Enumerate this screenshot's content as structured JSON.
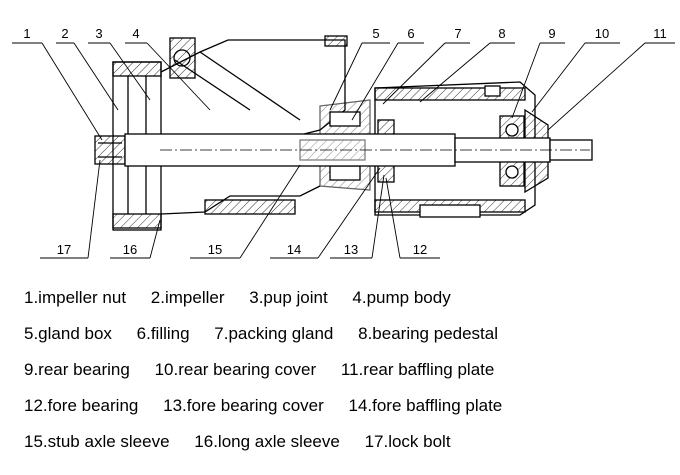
{
  "callouts": [
    "1",
    "2",
    "3",
    "4",
    "5",
    "6",
    "7",
    "8",
    "9",
    "10",
    "11",
    "17",
    "16",
    "15",
    "14",
    "13",
    "12"
  ],
  "legend": {
    "rows": [
      [
        "1.impeller nut",
        "2.impeller",
        "3.pup joint",
        "4.pump body"
      ],
      [
        "5.gland box",
        "6.filling",
        "7.packing gland",
        "8.bearing pedestal"
      ],
      [
        "9.rear bearing",
        "10.rear bearing cover",
        "11.rear baffling plate"
      ],
      [
        "12.fore bearing",
        "13.fore bearing cover",
        "14.fore baffling plate"
      ],
      [
        "15.stub axle sleeve",
        "16.long axle sleeve",
        "17.lock bolt"
      ]
    ]
  }
}
